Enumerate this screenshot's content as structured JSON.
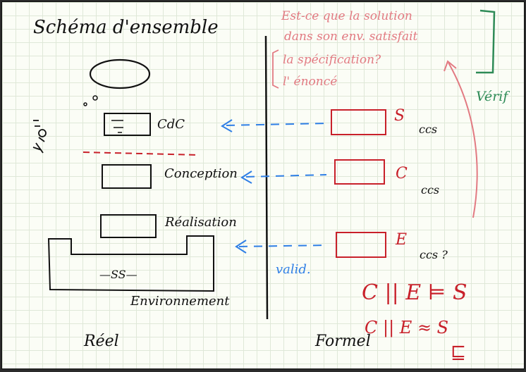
{
  "title": "Schéma d'ensemble",
  "left": {
    "boxes": {
      "cdc": "CdC",
      "conception": "Conception",
      "realisation": "Réalisation"
    },
    "environment": "Environnement",
    "env_inner": "—SS—",
    "footer": "Réel"
  },
  "right": {
    "boxes": {
      "s": "S",
      "c": "C",
      "e": "E"
    },
    "ccs_s": "ccs",
    "ccs_c": "ccs",
    "ccs_e": "ccs ?",
    "footer": "Formel",
    "question_lines": [
      "Est-ce que la solution",
      "dans son env. satisfait",
      "la spécification?",
      "l' énoncé"
    ],
    "verif": "Vérif",
    "valid": "valid.",
    "formula1": "C || E ⊨ S",
    "formula2": "C || E ≈ S",
    "formula2_extra": "⊑"
  },
  "colors": {
    "ink": "#111111",
    "red": "#c8202a",
    "pink": "#e27a82",
    "blue": "#2f7fe6",
    "green": "#2e8b57"
  }
}
